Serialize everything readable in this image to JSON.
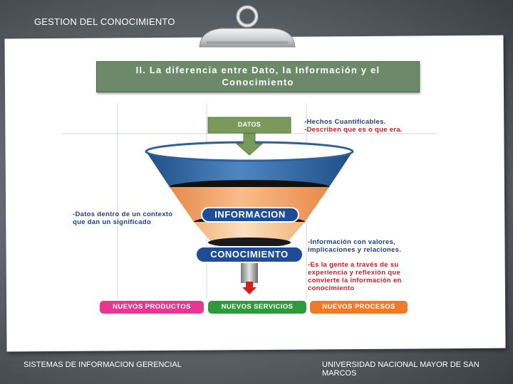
{
  "header": {
    "title": "GESTION DEL CONOCIMIENTO"
  },
  "slide": {
    "title_line1": "II. La diferencia entre Dato, la Información y el",
    "title_line2": "Conocimiento"
  },
  "funnel": {
    "datos_label": "DATOS",
    "informacion_label": "INFORMACION",
    "conocimiento_label": "CONOCIMIENTO"
  },
  "notes": {
    "datos_line1": "-Hechos Cuantificables.",
    "datos_line2": "-Describen que es o que era.",
    "info_line1": "-Datos dentro de un contexto",
    "info_line2": "que dan un significado",
    "valores_line1": "-Información con valores,",
    "valores_line2": "implicaciones y relaciones.",
    "gente_line1": "-Es la gente a través de su",
    "gente_line2": "experiencia y reflexión que",
    "gente_line3": "convierte la información en",
    "gente_line4": "conocimiento"
  },
  "outputs": {
    "productos": "NUEVOS PRODUCTOS",
    "servicios": "NUEVOS SERVICIOS",
    "procesos": "NUEVOS PROCESOS"
  },
  "footer": {
    "left": "SISTEMAS DE INFORMACION GERENCIAL",
    "right": "UNIVERSIDAD NACIONAL MAYOR DE SAN MARCOS"
  },
  "colors": {
    "title_box": "#6c8a6a",
    "datos_box": "#7a9a5c",
    "funnel_blue": "#3d6fa8",
    "funnel_orange": "#f5a66a",
    "funnel_peach": "#f8d2a8",
    "label_blue": "#1e4c96",
    "productos": "#e8378f",
    "servicios": "#2e9a3a",
    "procesos": "#f07a28",
    "notes_blue": "#1e3f86",
    "notes_red": "#c8202a"
  }
}
